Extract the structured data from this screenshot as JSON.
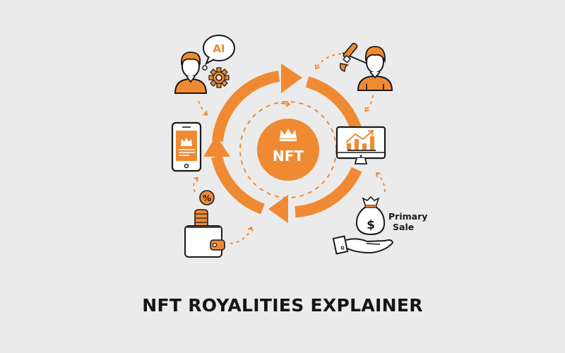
{
  "title": "NFT ROYALITIES EXPLAINER",
  "colors": {
    "accent": "#ef8a33",
    "background": "#ebebeb",
    "outline": "#1a1a1a",
    "white": "#ffffff"
  },
  "center": {
    "label": "NFT",
    "icon": "crown-icon"
  },
  "nodes": [
    {
      "id": "ai-creator",
      "icon": "person-icon",
      "badge": "AI",
      "extra_icon": "gear-icon"
    },
    {
      "id": "artist",
      "icon": "person-icon",
      "extra_icon": "paintbrush-icon"
    },
    {
      "id": "marketplace",
      "icon": "monitor-chart-icon"
    },
    {
      "id": "primary-sale",
      "icon": "money-bag-hand-icon",
      "label_line1": "Primary",
      "label_line2": "Sale",
      "currency": "$"
    },
    {
      "id": "royalty-wallet",
      "icon": "wallet-coins-icon",
      "badge": "%"
    },
    {
      "id": "mobile-nft",
      "icon": "smartphone-crown-icon"
    }
  ],
  "cycle": {
    "type": "circular-arrows",
    "arrows": 4,
    "direction": "clockwise"
  }
}
